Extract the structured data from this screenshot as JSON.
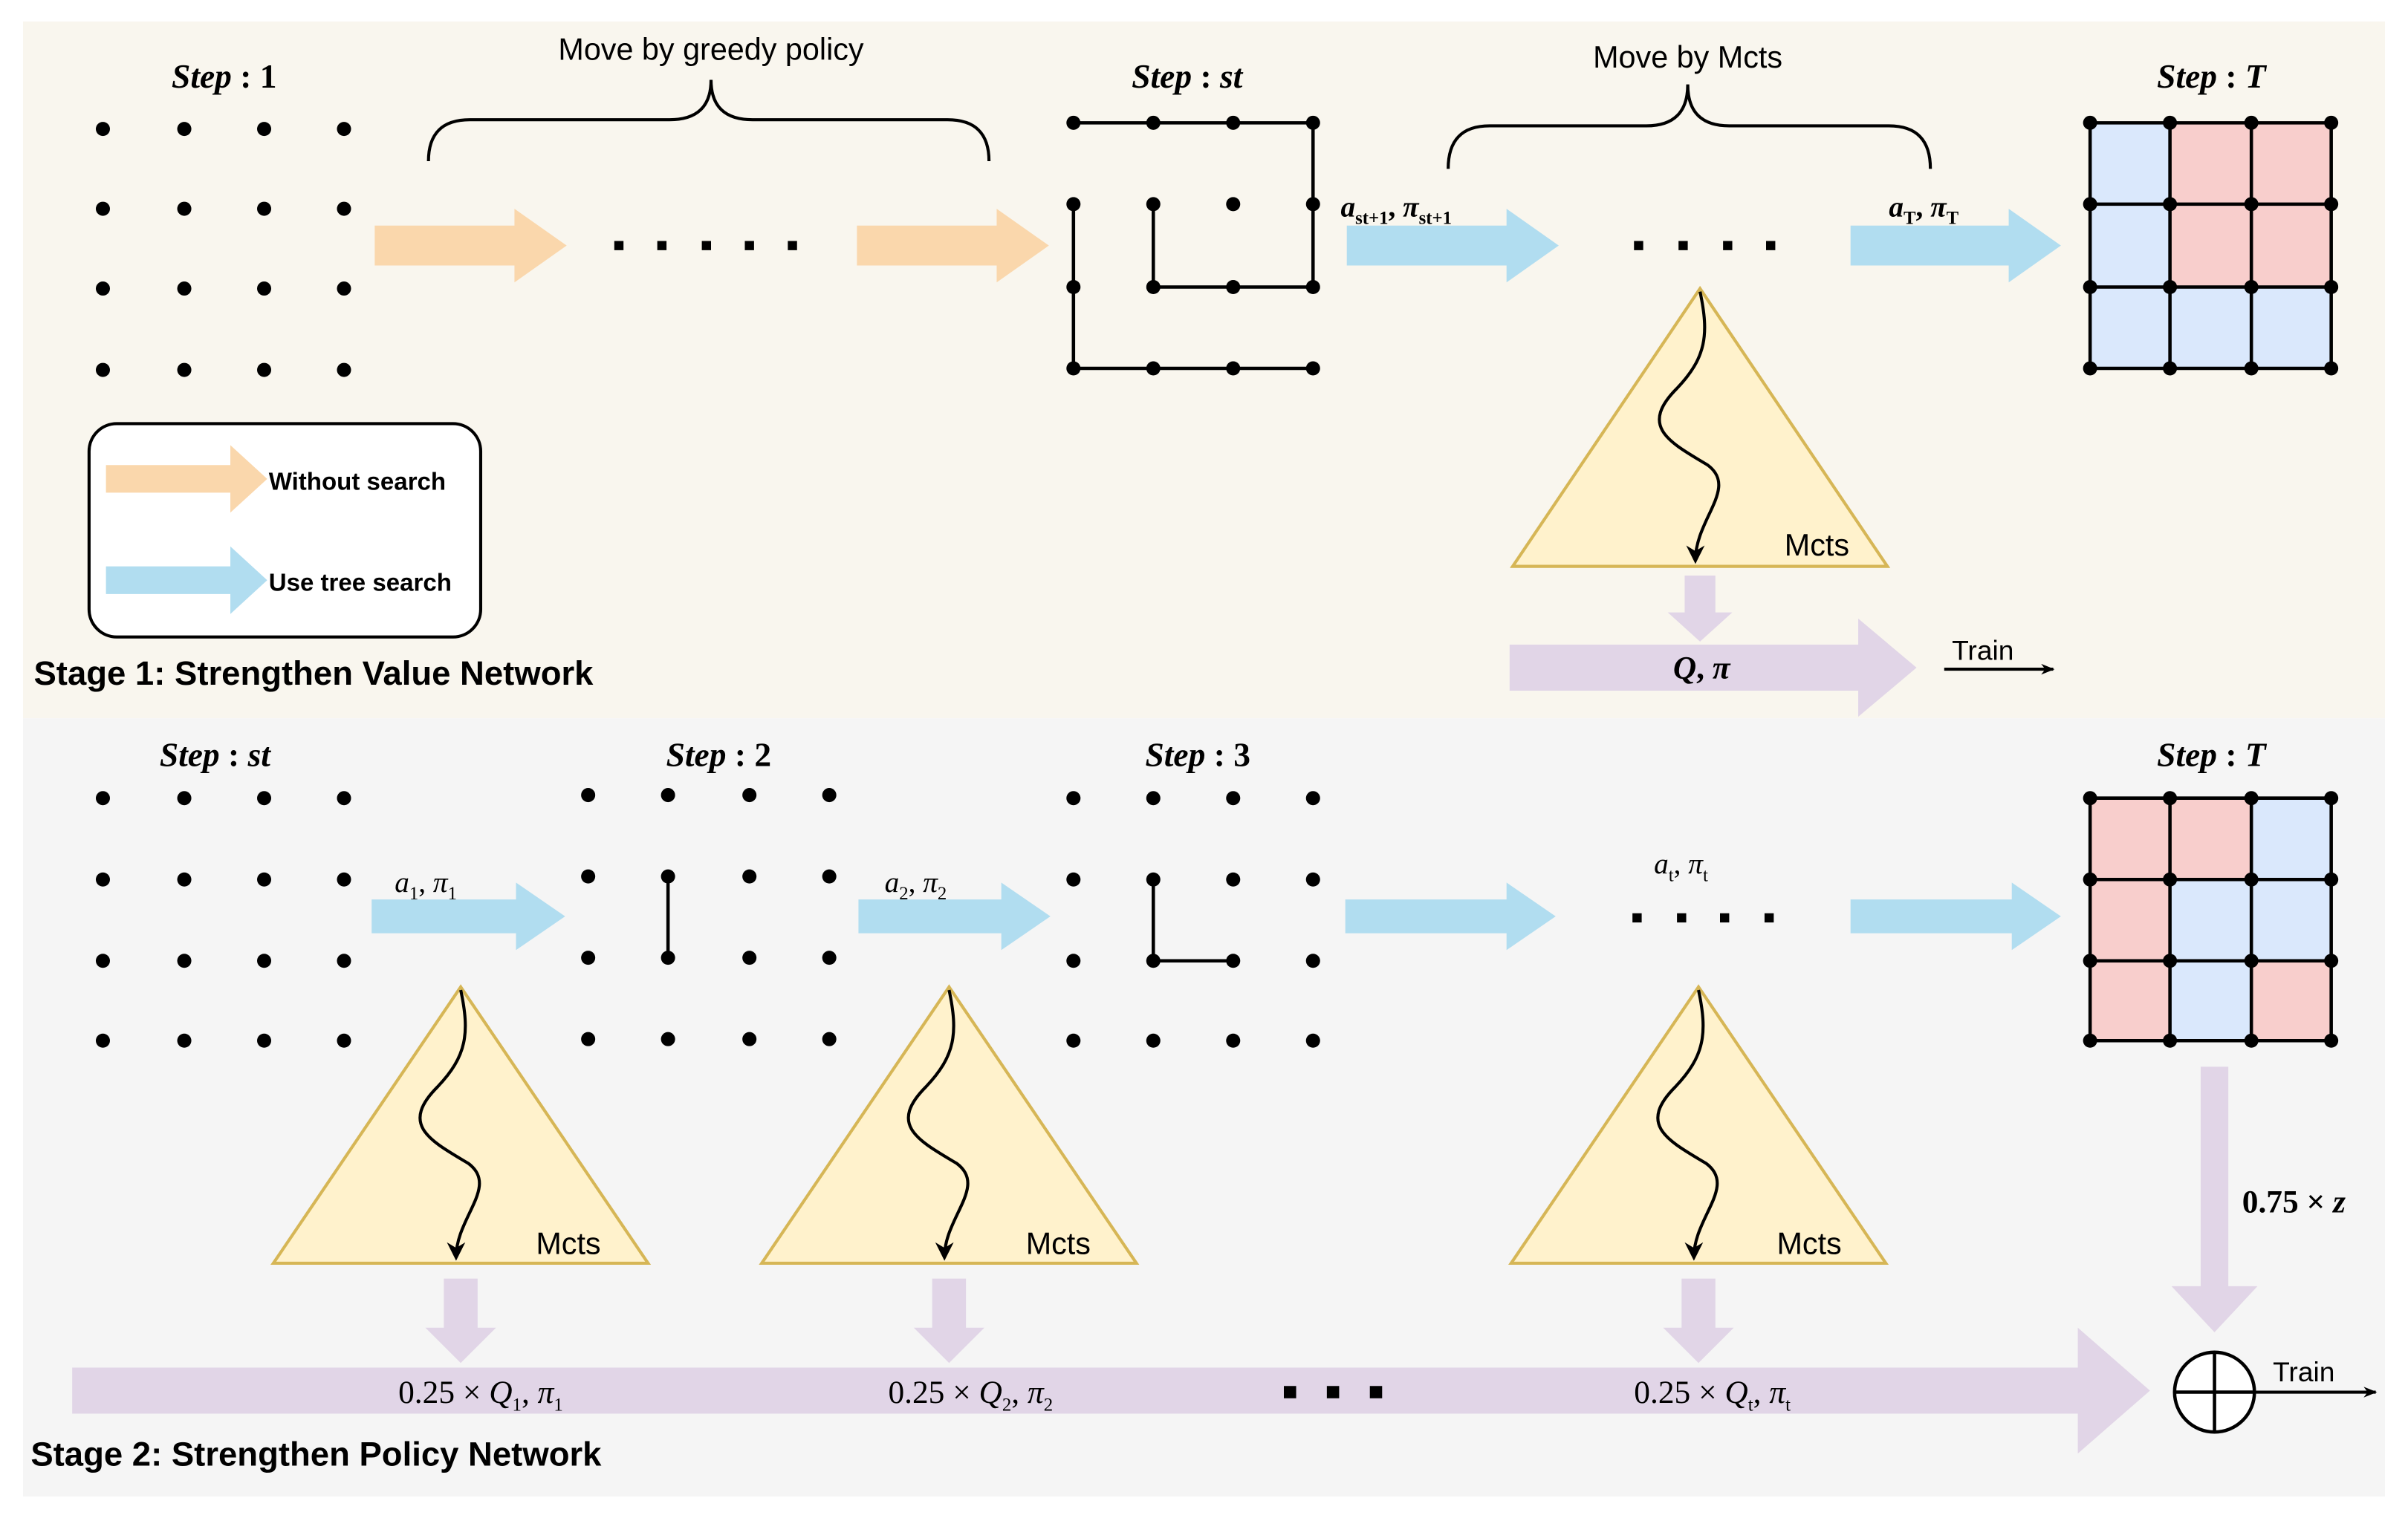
{
  "stage1": {
    "title": "Stage 1: Strengthen Value Network",
    "greedy_brace_label": "Move by greedy policy",
    "mcts_brace_label": "Move by Mcts",
    "steps": [
      {
        "word": "Step",
        "sep": " : ",
        "value": "1"
      },
      {
        "word": "Step",
        "sep": " : ",
        "value": "st"
      },
      {
        "word": "Step",
        "sep": " : ",
        "value": "T"
      }
    ],
    "actions": [
      {
        "a": "a",
        "a_sub": "st+1",
        "sep": ", ",
        "pi": "π",
        "pi_sub": "st+1"
      },
      {
        "a": "a",
        "a_sub": "T",
        "sep": ", ",
        "pi": "π",
        "pi_sub": "T"
      }
    ],
    "mcts_label": "Mcts",
    "output": {
      "q": "Q",
      "sep": ", ",
      "pi": "π"
    },
    "train_label": "Train",
    "final_board": [
      [
        "blue",
        "pink",
        "pink"
      ],
      [
        "blue",
        "pink",
        "pink"
      ],
      [
        "blue",
        "blue",
        "blue"
      ]
    ]
  },
  "legend": {
    "items": [
      {
        "label": "Without search",
        "color": "#fad7ac"
      },
      {
        "label": "Use tree search",
        "color": "#b1ddf0"
      }
    ]
  },
  "stage2": {
    "title": "Stage 2: Strengthen Policy Network",
    "steps": [
      {
        "word": "Step",
        "sep": " : ",
        "value": "st"
      },
      {
        "word": "Step",
        "sep": " : ",
        "value": "2"
      },
      {
        "word": "Step",
        "sep": " : ",
        "value": "3"
      },
      {
        "word": "Step",
        "sep": " : ",
        "value": "T"
      }
    ],
    "actions": [
      {
        "a": "a",
        "a_sub": "1",
        "sep": ", ",
        "pi": "π",
        "pi_sub": "1"
      },
      {
        "a": "a",
        "a_sub": "2",
        "sep": ", ",
        "pi": "π",
        "pi_sub": "2"
      },
      {
        "a": "a",
        "a_sub": "t",
        "sep": ", ",
        "pi": "π",
        "pi_sub": "t"
      }
    ],
    "mcts_label": "Mcts",
    "values": [
      {
        "coef": "0.25 × ",
        "q": "Q",
        "q_sub": "1",
        "sep": ", ",
        "pi": "π",
        "pi_sub": "1"
      },
      {
        "coef": "0.25 × ",
        "q": "Q",
        "q_sub": "2",
        "sep": ", ",
        "pi": "π",
        "pi_sub": "2"
      },
      {
        "coef": "0.25 × ",
        "q": "Q",
        "q_sub": "t",
        "sep": ", ",
        "pi": "π",
        "pi_sub": "t"
      }
    ],
    "final_weight": {
      "coef": "0.75 × ",
      "var": "z"
    },
    "train_label": "Train",
    "final_board": [
      [
        "pink",
        "pink",
        "blue"
      ],
      [
        "pink",
        "blue",
        "blue"
      ],
      [
        "pink",
        "blue",
        "pink"
      ]
    ]
  },
  "colors": {
    "no_search_arrow": "#fad7ac",
    "tree_search_arrow": "#b1ddf0",
    "output_arrow": "#e1d5e7",
    "mcts_fill": "#fff2cc",
    "mcts_stroke": "#d6b656",
    "cell_blue": "#dae8fc",
    "cell_pink": "#f8cecc",
    "stage1_bg": "#f9f6ee",
    "stage2_bg": "#f5f5f5"
  }
}
